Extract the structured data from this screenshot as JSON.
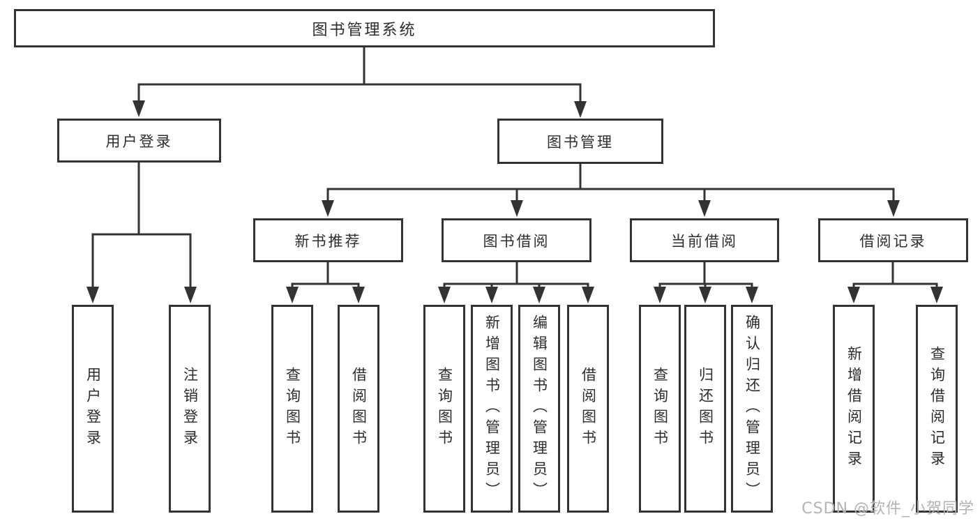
{
  "nodes": {
    "root": {
      "label": "图书管理系统"
    },
    "user_login": {
      "label": "用户登录",
      "children": [
        {
          "label": "用户登录"
        },
        {
          "label": "注销登录"
        }
      ]
    },
    "book_mgmt": {
      "label": "图书管理"
    },
    "new_book": {
      "label": "新书推荐",
      "children": [
        {
          "label": "查询图书"
        },
        {
          "label": "借阅图书"
        }
      ]
    },
    "book_borrow": {
      "label": "图书借阅",
      "children": [
        {
          "label": "查询图书"
        },
        {
          "label": "新增图书（管理员）"
        },
        {
          "label": "编辑图书（管理员）"
        },
        {
          "label": "借阅图书"
        }
      ]
    },
    "current_borrow": {
      "label": "当前借阅",
      "children": [
        {
          "label": "查询图书"
        },
        {
          "label": "归还图书"
        },
        {
          "label": "确认归还（管理员）"
        }
      ]
    },
    "borrow_record": {
      "label": "借阅记录",
      "children": [
        {
          "label": "新增借阅记录"
        },
        {
          "label": "查询借阅记录"
        }
      ]
    }
  },
  "watermark": {
    "text": "CSDN @软件_小贺同学"
  },
  "colors": {
    "line": "#333333",
    "text": "#2d2d2d",
    "watermark": "#b3b3b3",
    "background": "#ffffff"
  }
}
